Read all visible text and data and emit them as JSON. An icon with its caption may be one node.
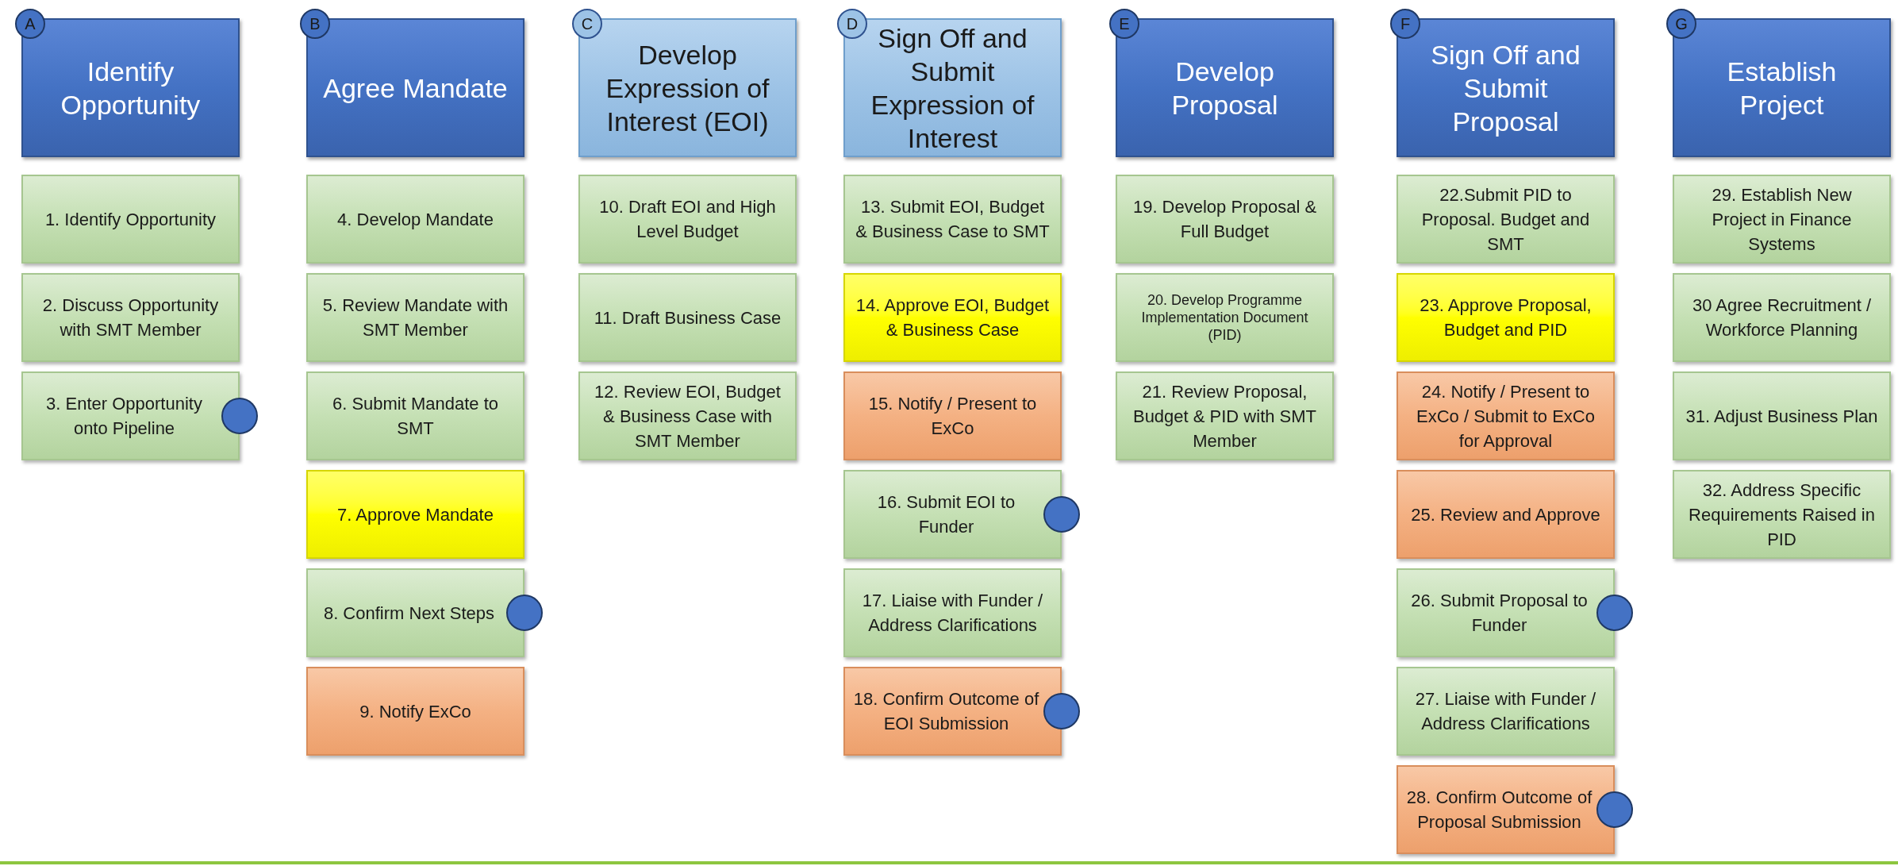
{
  "diagram": {
    "nodes": [
      {
        "text": [
          "A"
        ]
      },
      {
        "text": [
          "Identify Opportunity"
        ]
      },
      {
        "text": [
          "1. Identify Opportunity"
        ]
      },
      {
        "text": [
          "2. Discuss Opportunity with SMT Member"
        ]
      },
      {
        "text": [
          "3. Enter Opportunity onto Pipeline"
        ]
      },
      {
        "text": [],
        "shape": "circle"
      },
      {
        "text": [
          "B"
        ]
      },
      {
        "text": [
          "Agree Mandate"
        ]
      },
      {
        "text": [
          "4. Develop Mandate"
        ]
      },
      {
        "text": [
          "5. Review Mandate with SMT Member"
        ]
      },
      {
        "text": [
          "6. Submit Mandate to SMT"
        ]
      },
      {
        "text": [
          "7. Approve Mandate"
        ]
      },
      {
        "text": [
          "8. Confirm Next Steps"
        ]
      },
      {
        "text": [],
        "shape": "circle"
      },
      {
        "text": [
          "9. Notify ExCo"
        ]
      },
      {
        "text": [
          "C"
        ]
      },
      {
        "text": [
          "Develop Expression of Interest (EOI)"
        ]
      },
      {
        "text": [
          "10. Draft EOI and High Level Budget"
        ]
      },
      {
        "text": [
          "11. Draft Business Case"
        ]
      },
      {
        "text": [
          "12. Review EOI, Budget & Business Case with SMT Member"
        ]
      },
      {
        "text": [
          "D"
        ]
      },
      {
        "text": [
          "Sign Off and Submit Expression of Interest"
        ]
      },
      {
        "text": [
          "13. Submit EOI, Budget & Business Case to SMT"
        ]
      },
      {
        "text": [
          "14. Approve EOI, Budget & Business Case"
        ]
      },
      {
        "text": [
          "15. Notify / Present to ExCo"
        ]
      },
      {
        "text": [
          "16. Submit EOI to Funder"
        ]
      },
      {
        "text": [],
        "shape": "circle"
      },
      {
        "text": [
          "17. Liaise with Funder / Address Clarifications"
        ]
      },
      {
        "text": [
          "18. Confirm Outcome of EOI Submission"
        ]
      },
      {
        "text": [],
        "shape": "circle"
      },
      {
        "text": [
          "E"
        ]
      },
      {
        "text": [
          "Develop Proposal"
        ]
      },
      {
        "text": [
          "19. Develop Proposal & Full Budget"
        ]
      },
      {
        "text": [
          "20. Develop Programme Implementation Document (PID)"
        ]
      },
      {
        "text": [
          "21. Review Proposal, Budget & PID with SMT Member"
        ]
      },
      {
        "text": [
          "F"
        ]
      },
      {
        "text": [
          "Sign Off and Submit Proposal"
        ]
      },
      {
        "text": [
          "22.Submit PID to Proposal. Budget and SMT"
        ]
      },
      {
        "text": [
          "23. Approve Proposal, Budget and PID"
        ]
      },
      {
        "text": [
          "24. Notify / Present to ExCo / Submit to ExCo for Approval"
        ]
      },
      {
        "text": [
          "25. Review and Approve"
        ]
      },
      {
        "text": [
          "26. Submit Proposal to Funder"
        ]
      },
      {
        "text": [],
        "shape": "circle"
      },
      {
        "text": [
          "27. Liaise with Funder / Address Clarifications"
        ]
      },
      {
        "text": [
          "28. Confirm Outcome of Proposal Submission"
        ]
      },
      {
        "text": [],
        "shape": "circle"
      },
      {
        "text": [
          "G"
        ]
      },
      {
        "text": [
          "Establish Project"
        ]
      },
      {
        "text": [
          "29. Establish New Project in Finance Systems"
        ]
      },
      {
        "text": [
          "30 Agree Recruitment / Workforce Planning"
        ]
      },
      {
        "text": [
          "31. Adjust Business Plan"
        ]
      },
      {
        "text": [
          "32. Address Specific Requirements Raised in PID"
        ]
      }
    ]
  }
}
